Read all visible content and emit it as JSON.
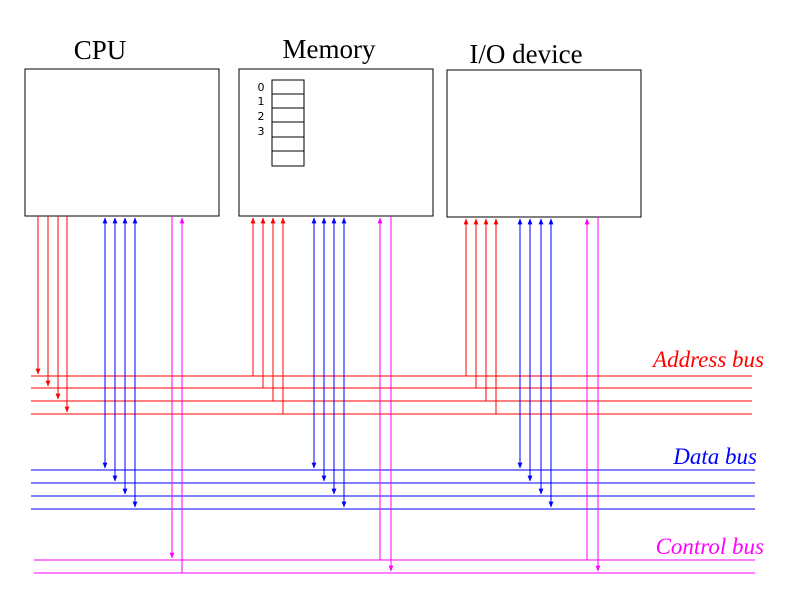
{
  "components": {
    "cpu": {
      "title": "CPU"
    },
    "memory": {
      "title": "Memory",
      "cell_indices": [
        "0",
        "1",
        "2",
        "3"
      ]
    },
    "io": {
      "title": "I/O device"
    }
  },
  "buses": {
    "address": {
      "label": "Address bus",
      "color": "#ff0000"
    },
    "data": {
      "label": "Data bus",
      "color": "#0000ff"
    },
    "control": {
      "label": "Control bus",
      "color": "#ff00ff"
    }
  }
}
